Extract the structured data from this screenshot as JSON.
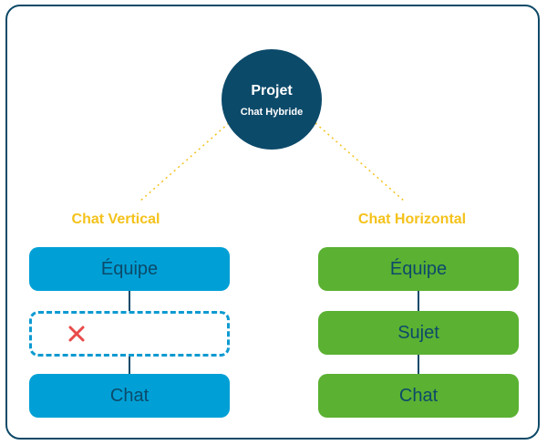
{
  "diagram": {
    "root": {
      "title": "Projet",
      "subtitle": "Chat Hybride"
    },
    "branches": [
      {
        "title": "Chat Vertical",
        "nodes": [
          {
            "label": "Équipe"
          },
          {
            "label": ""
          },
          {
            "label": "Chat"
          }
        ]
      },
      {
        "title": "Chat Horizontal",
        "nodes": [
          {
            "label": "Équipe"
          },
          {
            "label": "Sujet"
          },
          {
            "label": "Chat"
          }
        ]
      }
    ]
  },
  "colors": {
    "frame": "#0e4a68",
    "root": "#0c4a6a",
    "accent": "#f4c21b",
    "blue_node": "#00a0d6",
    "green_node": "#5bb132",
    "node_text": "#0c4a6a",
    "cross": "#e94a4a"
  },
  "icons": {
    "removed_step": "cross-icon"
  }
}
